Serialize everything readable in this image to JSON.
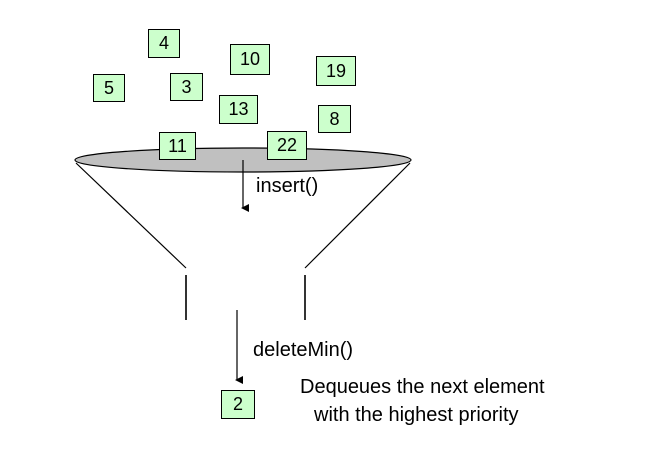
{
  "colors": {
    "box_fill": "#ccffcc",
    "funnel_top_fill": "#c0c0c0",
    "stroke": "#000000"
  },
  "elements": [
    "4",
    "10",
    "19",
    "5",
    "3",
    "13",
    "8",
    "11",
    "22"
  ],
  "output_element": "2",
  "operations": {
    "insert": "insert()",
    "delete": "deleteMin()"
  },
  "description": {
    "line1": "Dequeues the next element",
    "line2": "with the highest priority"
  }
}
